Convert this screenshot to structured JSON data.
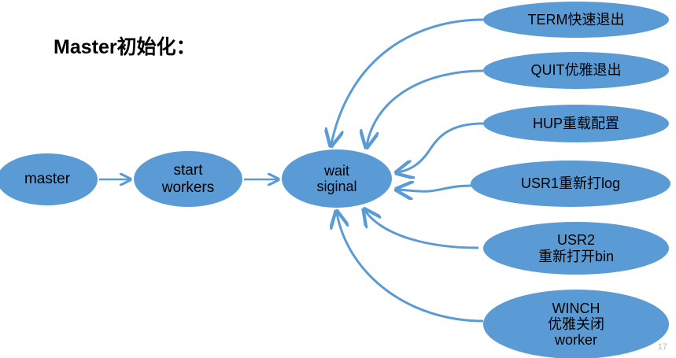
{
  "slide": {
    "title": "Master初始化：",
    "page_number": "17",
    "background_color": "#ffffff",
    "node_fill_color": "#5B9BD5",
    "edge_color": "#5B9BD5",
    "text_color": "#000000"
  },
  "flow": {
    "nodes": [
      {
        "id": "master",
        "label": "master"
      },
      {
        "id": "start-workers",
        "label": "start\nworkers"
      },
      {
        "id": "wait-signal",
        "label": "wait\nsiginal"
      }
    ]
  },
  "signals": {
    "nodes": [
      {
        "id": "term",
        "label": "TERM快速退出"
      },
      {
        "id": "quit",
        "label": "QUIT优雅退出"
      },
      {
        "id": "hup",
        "label": "HUP重载配置"
      },
      {
        "id": "usr1",
        "label": "USR1重新打log"
      },
      {
        "id": "usr2",
        "label": "USR2\n重新打开bin"
      },
      {
        "id": "winch",
        "label": "WINCH\n优雅关闭\nworker"
      }
    ]
  },
  "edges": [
    {
      "id": "master-to-start",
      "from": "master",
      "to": "start-workers",
      "style": "straight-arrow"
    },
    {
      "id": "start-to-wait",
      "from": "start-workers",
      "to": "wait-signal",
      "style": "straight-arrow"
    },
    {
      "id": "term-to-wait",
      "from": "term",
      "to": "wait-signal",
      "style": "curved-arrow"
    },
    {
      "id": "quit-to-wait",
      "from": "quit",
      "to": "wait-signal",
      "style": "curved-arrow"
    },
    {
      "id": "hup-to-wait",
      "from": "hup",
      "to": "wait-signal",
      "style": "curved-arrow"
    },
    {
      "id": "usr1-to-wait",
      "from": "usr1",
      "to": "wait-signal",
      "style": "curved-arrow"
    },
    {
      "id": "usr2-to-wait",
      "from": "usr2",
      "to": "wait-signal",
      "style": "curved-arrow"
    },
    {
      "id": "winch-to-wait",
      "from": "winch",
      "to": "wait-signal",
      "style": "curved-arrow"
    }
  ]
}
